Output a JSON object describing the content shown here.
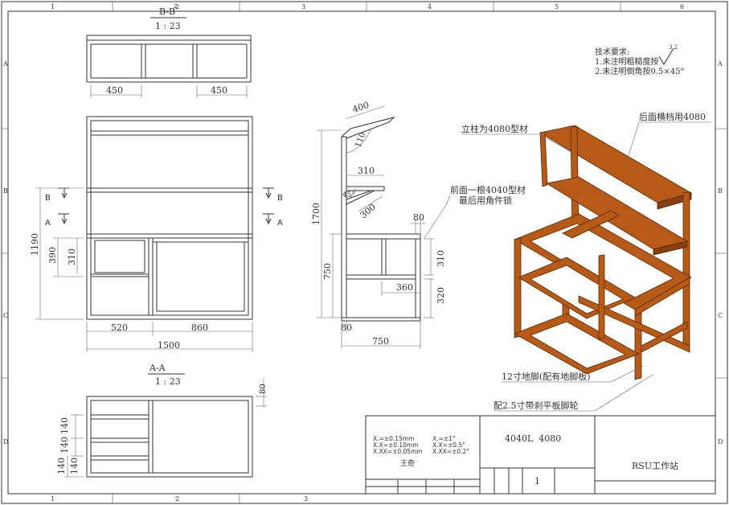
{
  "border": {
    "top_columns": [
      "1",
      "2",
      "3",
      "4",
      "5",
      "6"
    ],
    "bottom_columns": [
      "1",
      "2",
      "3"
    ],
    "rows": [
      "A",
      "B",
      "C",
      "D"
    ]
  },
  "section_bb": {
    "title": "B-B",
    "title_sup": "2",
    "scale": "1 : 23",
    "dims": [
      "450",
      "450"
    ]
  },
  "front_view": {
    "dims": {
      "total_height": "1190",
      "d390": "390",
      "d310": "310",
      "w520": "520",
      "w860": "860",
      "w1500": "1500"
    },
    "section_marks": [
      "B",
      "A",
      "B",
      "A"
    ]
  },
  "side_view": {
    "dims": {
      "d400": "400",
      "d110": "110",
      "d310": "310",
      "a45": "45°",
      "d300": "300",
      "d1700": "1700",
      "d80": "80",
      "d750h": "750",
      "d310b": "310",
      "d360": "360",
      "d320": "320",
      "d80b": "80",
      "d750w": "750"
    }
  },
  "section_aa": {
    "title": "A-A",
    "scale": "1 : 23",
    "dims": {
      "d80": "80",
      "d140a": "140",
      "d140b": "140",
      "d140c": "140",
      "d140d": "140"
    }
  },
  "tech_requirements": {
    "title": "技术要求:",
    "items": [
      "1.未注明粗糙度按",
      "2.未注明倒角按0.5×45°"
    ],
    "roughness": "3.2"
  },
  "annotations": {
    "column": "立柱为4080型材",
    "rear_beam": "后面横档用4080",
    "front_beam_1": "前面一根4040型材",
    "front_beam_2": "最后用角件锁",
    "feet": "12寸地脚(配有地脚板)",
    "caster": "配2.5寸带刹平板脚轮"
  },
  "title_block": {
    "tol_linear": [
      "X.=±0.15mm",
      "X.X=±0.10mm",
      "X.XX=±0.05mm"
    ],
    "tol_angle": [
      "X.=±1°",
      "X.X=±0.5°",
      "X.XX=±0.2°"
    ],
    "designer": "王奇",
    "material": "4040L  4080",
    "sheet": "1",
    "name": "RSU工作站"
  },
  "colors": {
    "frame": "#b85a17",
    "frame_dark": "#8a3f0e",
    "line": "#333333"
  }
}
